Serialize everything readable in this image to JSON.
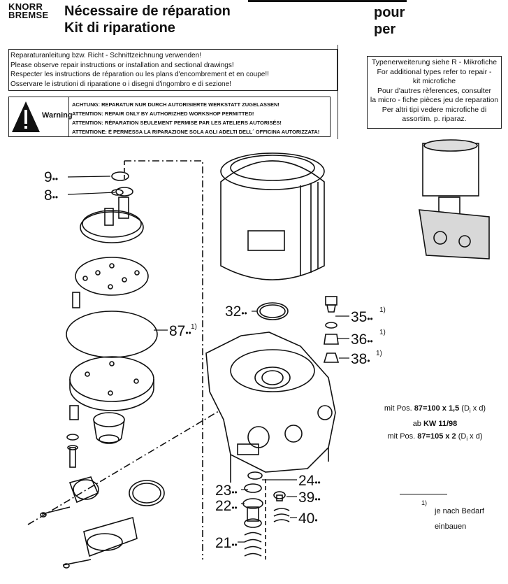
{
  "header": {
    "brand_line1": "KNORR",
    "brand_line2": "BREMSE",
    "title_fr": "Nécessaire de réparation",
    "title_it": "Kit di riparatione",
    "pour": "pour",
    "per": "per"
  },
  "instructions": [
    "Reparaturanleitung bzw. Richt - Schnittzeichnung verwenden!",
    "Please observe repair instructions or installation and sectional drawings!",
    "Respecter les instructions de réparation  ou les plans d'encombrement et en coupe!!",
    "Osservare le istrutioni di riparatione o i disegni d'ingombro e di sezione!"
  ],
  "warning": {
    "label": "Warning",
    "lines": [
      "ACHTUNG: REPARATUR NUR DURCH AUTORISIERTE WERKSTATT ZUGELASSEN!",
      "ATTENTION: REPAIR ONLY BY AUTHORIZHED WORKSHOP PERMITTED!",
      "ATTENTION: RÉPARATION SEULEMENT PERMISE PAR LES ATELIERS AUTORISÉS!",
      "ATTENTIONE: È PERMESSA LA RIPARAZIONE SOLA AGLI ADELTI DELL´ OFFICINA AUTORIZZATA!"
    ]
  },
  "types_box": [
    "Typenerweiterung siehe R - Mikrofiche",
    "For additional types refer to repair -",
    "kit microfiche",
    "Pour d'autres rèferences, consulter",
    "la micro - fiche pièces jeu de reparation",
    "Per altri tipi vedere microfiche di",
    "assortim. p. riparaz."
  ],
  "notes": {
    "line1_pre": "mit Pos. ",
    "line1_bold": "87",
    "line1_mid": "=100 x 1,5",
    "line1_post": " (D",
    "line1_sub": "i",
    "line1_end": " x d)",
    "line2_pre": "ab ",
    "line2_bold": "KW 11/98",
    "line3_pre": "mit Pos. ",
    "line3_bold": "87",
    "line3_mid": "=105 x 2",
    "line3_post": " (D",
    "line3_sub": "i",
    "line3_end": " x d)"
  },
  "footnote": {
    "marker": "1)",
    "line1": "je nach Bedarf",
    "line2": "einbauen"
  },
  "parts": [
    {
      "num": "9",
      "dots": "••"
    },
    {
      "num": "8",
      "dots": "••"
    },
    {
      "num": "87",
      "dots": "••",
      "sup": "1)"
    },
    {
      "num": "32",
      "dots": "••"
    },
    {
      "num": "35",
      "dots": "••",
      "sup": "1)"
    },
    {
      "num": "36",
      "dots": "••",
      "sup": "1)"
    },
    {
      "num": "38",
      "dots": "•",
      "sup": "1)"
    },
    {
      "num": "24",
      "dots": "••"
    },
    {
      "num": "23",
      "dots": "••"
    },
    {
      "num": "39",
      "dots": "••"
    },
    {
      "num": "22",
      "dots": "••"
    },
    {
      "num": "40",
      "dots": "•"
    },
    {
      "num": "21",
      "dots": "••"
    }
  ]
}
